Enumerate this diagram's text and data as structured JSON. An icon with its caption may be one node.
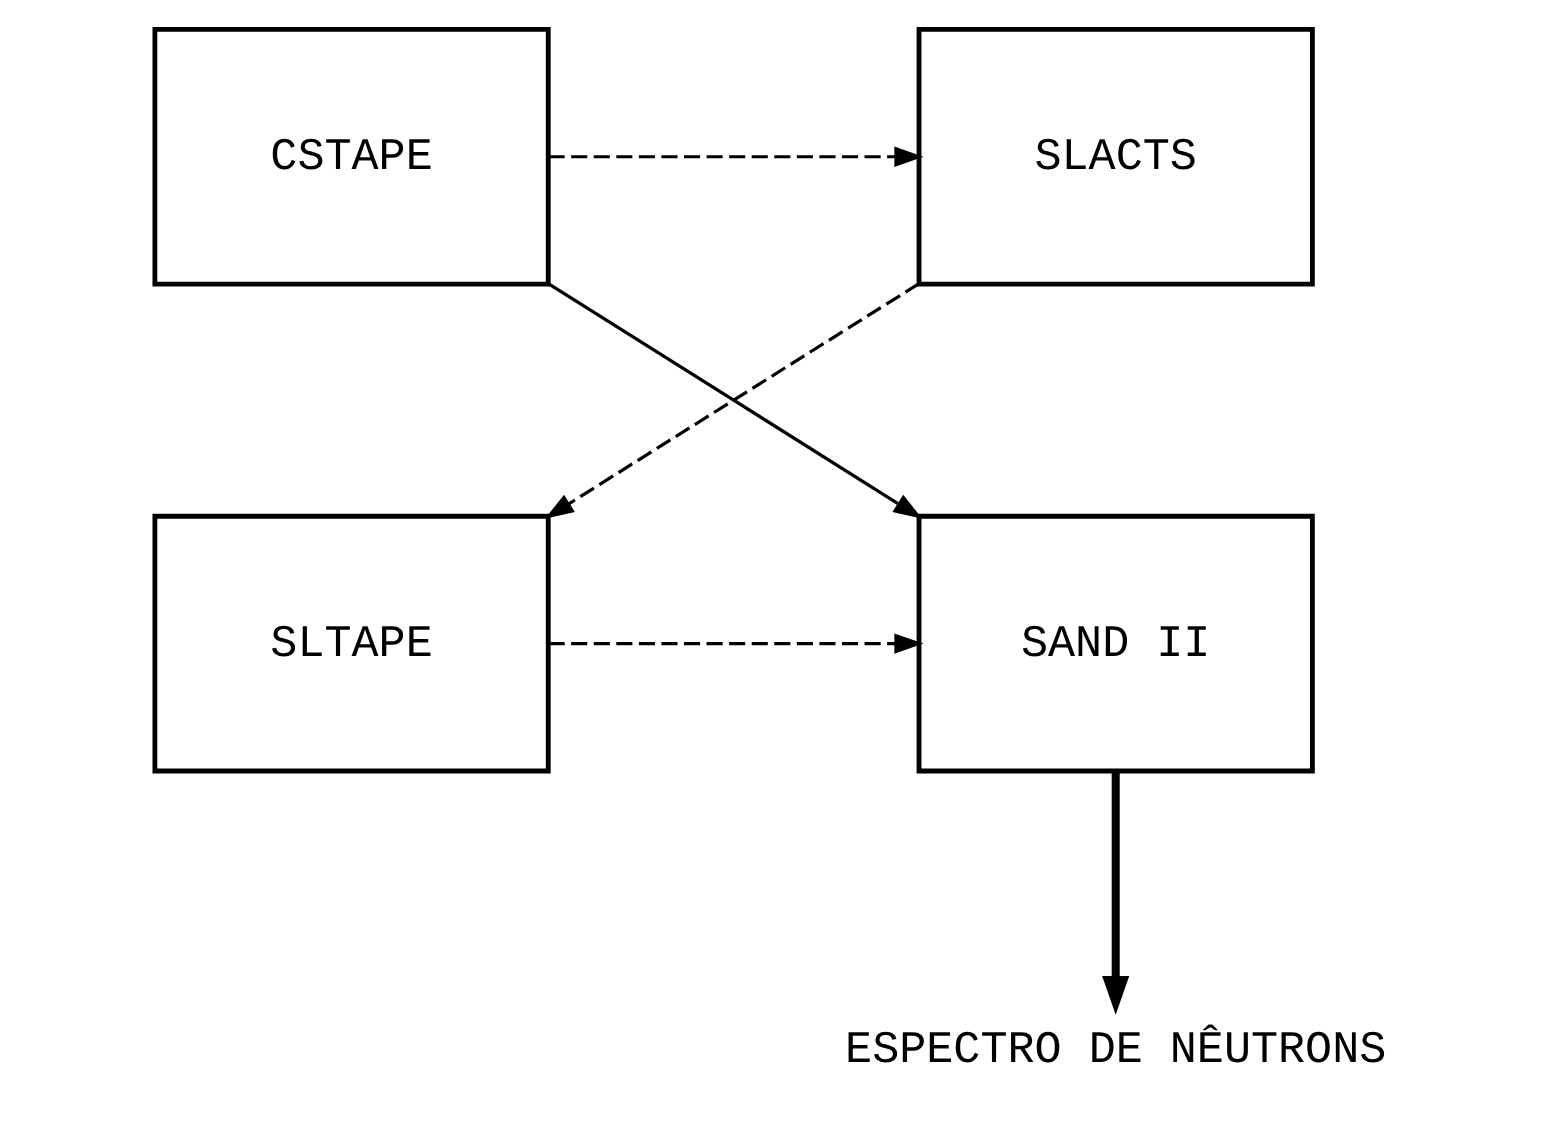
{
  "diagram": {
    "nodes": [
      {
        "text": [
          "SLACTS"
        ]
      },
      {
        "text": [
          "CSTAPE"
        ]
      },
      {
        "text": [
          "SLTAPE"
        ]
      },
      {
        "text": [
          "SAND II"
        ]
      },
      {
        "text": [
          "ESPECTRO DE NÊUTRONS"
        ]
      }
    ],
    "edges": [
      {
        "from": 1,
        "to": 0,
        "arrow": "to",
        "style": "dashed"
      },
      {
        "from": 0,
        "to": 2,
        "arrow": "to",
        "style": "dashed"
      },
      {
        "from": 2,
        "to": 3,
        "arrow": "to",
        "style": "dashed"
      },
      {
        "from": 1,
        "to": 3,
        "arrow": "to"
      },
      {
        "from": 3,
        "to": 4,
        "arrow": "to",
        "style": "thick"
      }
    ]
  }
}
